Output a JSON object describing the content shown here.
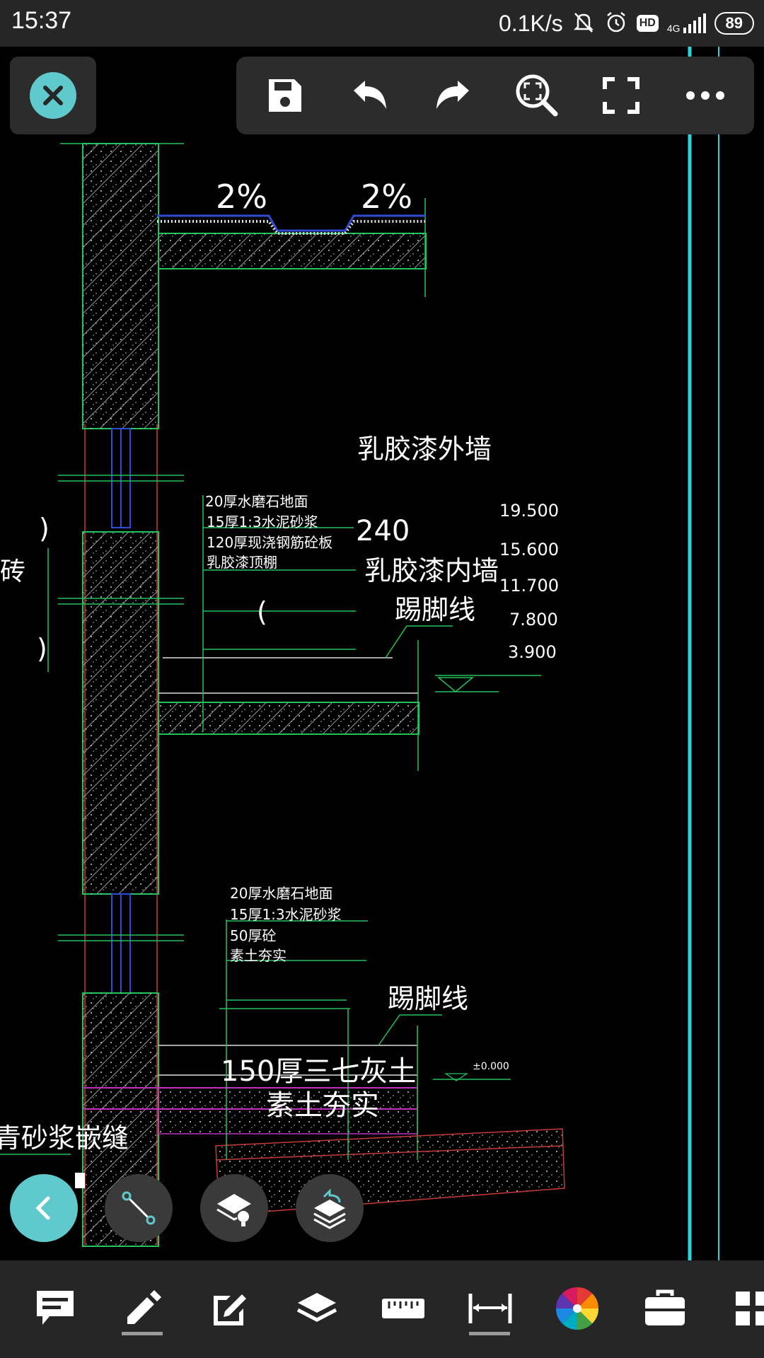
{
  "status_bar": {
    "time": "15:37",
    "net_speed": "0.1K/s",
    "hd_badge": "HD",
    "network": "4G",
    "battery": "89"
  },
  "drawing": {
    "slope_left": "2%",
    "slope_right": "2%",
    "exterior_wall_note": "乳胶漆外墙",
    "dim_240": "240",
    "interior_wall_note": "乳胶漆内墙",
    "baseboard_note_1": "踢脚线",
    "baseboard_note_2": "踢脚线",
    "floor1_layers": [
      "20厚水磨石地面",
      "15厚1:3水泥砂浆",
      "120厚现浇钢筋砼板",
      "乳胶漆顶棚"
    ],
    "floor0_layers": [
      "20厚水磨石地面",
      "15厚1:3水泥砂浆",
      "50厚砼",
      "素土夯实"
    ],
    "elevations": [
      "19.500",
      "15.600",
      "11.700",
      "7.800",
      "3.900"
    ],
    "ground_elevation": "±0.000",
    "lime_soil_note": "150厚三七灰土",
    "rammed_soil_note": "素土夯实",
    "brick_label": "砖",
    "mortar_joint_note": "青砂浆嵌缝",
    "paren_1": ")",
    "paren_2": "(",
    "paren_3": ")"
  },
  "top_toolbar": {
    "buttons": [
      "save-icon",
      "undo-icon",
      "redo-icon",
      "zoom-extents-icon",
      "fullscreen-icon",
      "more-icon"
    ]
  },
  "bottom_bar": {
    "items": [
      "comment-icon",
      "pen-icon",
      "edit-icon",
      "layers-icon",
      "ruler-icon",
      "dimension-icon",
      "color-wheel-icon",
      "toolbox-icon",
      "apps-icon"
    ]
  },
  "colors": {
    "accent": "#5fc9cc",
    "bar_bg": "#262626",
    "button_bg": "#2c2c2c",
    "cad_green": "#22c35a",
    "cad_cyan": "#2fd3d9",
    "cad_red": "#c83a3a",
    "cad_magenta": "#c030c0",
    "cad_blue": "#2d4bd6"
  }
}
